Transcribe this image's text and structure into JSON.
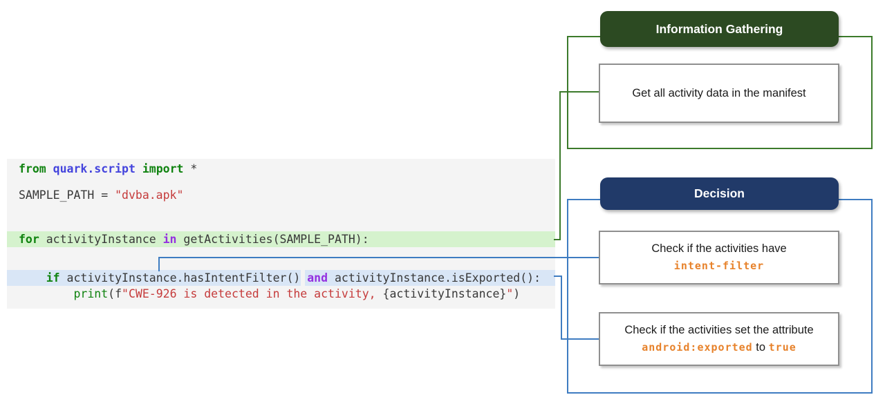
{
  "colors": {
    "panel_bg": "#f4f4f4",
    "highlight_green": "#d5f2cd",
    "highlight_blue": "#d9e6f6",
    "keyword_green": "#108310",
    "namespace_blue": "#4444dd",
    "operator_purple": "#9430e0",
    "string_red": "#c53b3b",
    "header_green": "#2c4a22",
    "header_navy": "#213a69",
    "line_green": "#3b7a2a",
    "line_blue": "#3e7cc1",
    "code_orange": "#e7822b"
  },
  "code": {
    "lines": [
      {
        "tokens": [
          {
            "text": "from ",
            "cls": "kw"
          },
          {
            "text": "quark.script",
            "cls": "ns"
          },
          {
            "text": " ",
            "cls": "pl"
          },
          {
            "text": "import",
            "cls": "kw"
          },
          {
            "text": " *",
            "cls": "pl"
          }
        ]
      },
      {
        "tokens": [
          {
            "text": "SAMPLE_PATH = ",
            "cls": "pl"
          },
          {
            "text": "\"dvba.apk\"",
            "cls": "str"
          }
        ]
      },
      {
        "tokens": [
          {
            "text": "for",
            "cls": "kw"
          },
          {
            "text": " activityInstance ",
            "cls": "pl"
          },
          {
            "text": "in",
            "cls": "op"
          },
          {
            "text": " getActivities(SAMPLE_PATH):",
            "cls": "pl"
          }
        ]
      },
      {
        "tokens": [
          {
            "text": "    ",
            "cls": "pl"
          },
          {
            "text": "if",
            "cls": "kw"
          },
          {
            "text": " activityInstance.hasIntentFilter() ",
            "cls": "pl"
          },
          {
            "text": "and",
            "cls": "op"
          },
          {
            "text": " activityInstance.isExported():",
            "cls": "pl"
          }
        ]
      },
      {
        "tokens": [
          {
            "text": "        ",
            "cls": "pl"
          },
          {
            "text": "print",
            "cls": "bi"
          },
          {
            "text": "(f",
            "cls": "pl"
          },
          {
            "text": "\"CWE-926 is detected in the activity, ",
            "cls": "str"
          },
          {
            "text": "{activityInstance}",
            "cls": "pl"
          },
          {
            "text": "\"",
            "cls": "str"
          },
          {
            "text": ")",
            "cls": "pl"
          }
        ]
      }
    ]
  },
  "info": {
    "header": "Information Gathering",
    "box": "Get all activity data in the manifest"
  },
  "decision": {
    "header": "Decision",
    "box1": {
      "line1": "Check if the activities have",
      "code": "intent-filter"
    },
    "box2": {
      "line1": "Check if the activities set the attribute",
      "code1": "android:exported",
      "mid": " to ",
      "code2": "true"
    }
  }
}
